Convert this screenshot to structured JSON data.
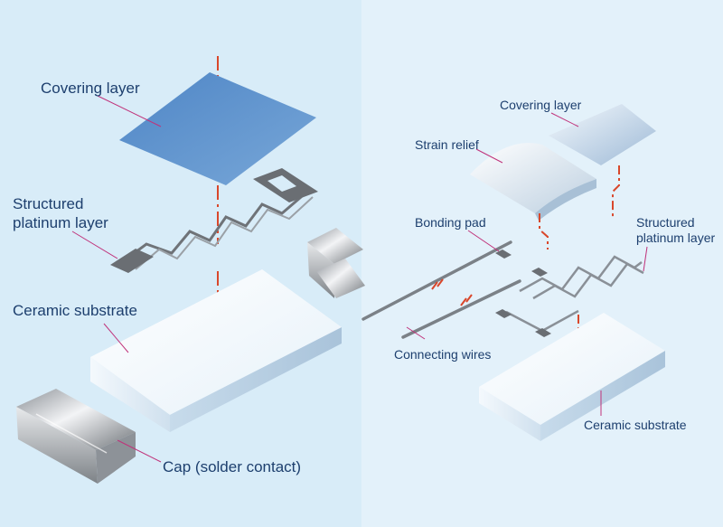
{
  "left_panel": {
    "covering_layer": "Covering layer",
    "structured_platinum_layer_line1": "Structured",
    "structured_platinum_layer_line2": "platinum layer",
    "ceramic_substrate": "Ceramic substrate",
    "cap": "Cap (solder contact)"
  },
  "right_panel": {
    "covering_layer": "Covering layer",
    "strain_relief": "Strain relief",
    "bonding_pad": "Bonding pad",
    "structured_platinum_layer_line1": "Structured",
    "structured_platinum_layer_line2": "platinum layer",
    "connecting_wires": "Connecting wires",
    "ceramic_substrate": "Ceramic substrate"
  },
  "colors": {
    "background_left": "#d8ecf8",
    "background_right": "#e3f1fa",
    "label_text": "#1d3f6e",
    "leader_line": "#c0327a",
    "axis_dash": "#d9472b",
    "covering_layer_blue": "#5b8fc9",
    "platinum_gray": "#6f7378"
  }
}
